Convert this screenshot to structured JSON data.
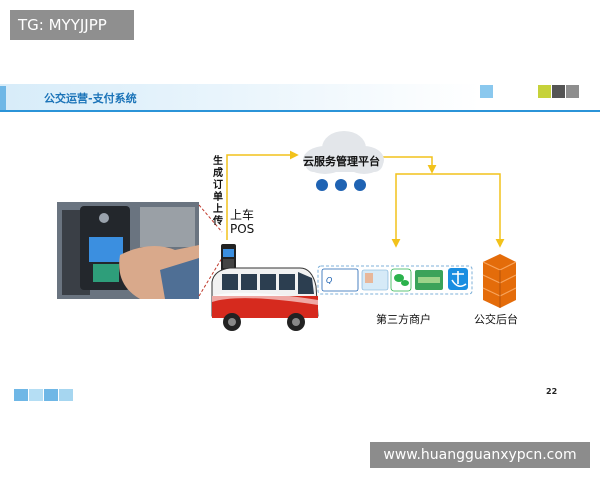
{
  "watermark": "TG: MYYJJPP",
  "header": {
    "title": "公交运营-支付系统",
    "accent_color": "#2b94d8"
  },
  "diagram": {
    "cloud_label": "云服务管理平台",
    "upload_label": [
      "生",
      "成",
      "订",
      "单",
      "上",
      "传"
    ],
    "pos_label_line1": "上车",
    "pos_label_line2": "POS",
    "merchants_label": "第三方商户",
    "backend_label": "公交后台",
    "arrow_color": "#f2c21b"
  },
  "page_number": "22",
  "footer_url": "www.huangguanxypcn.com"
}
